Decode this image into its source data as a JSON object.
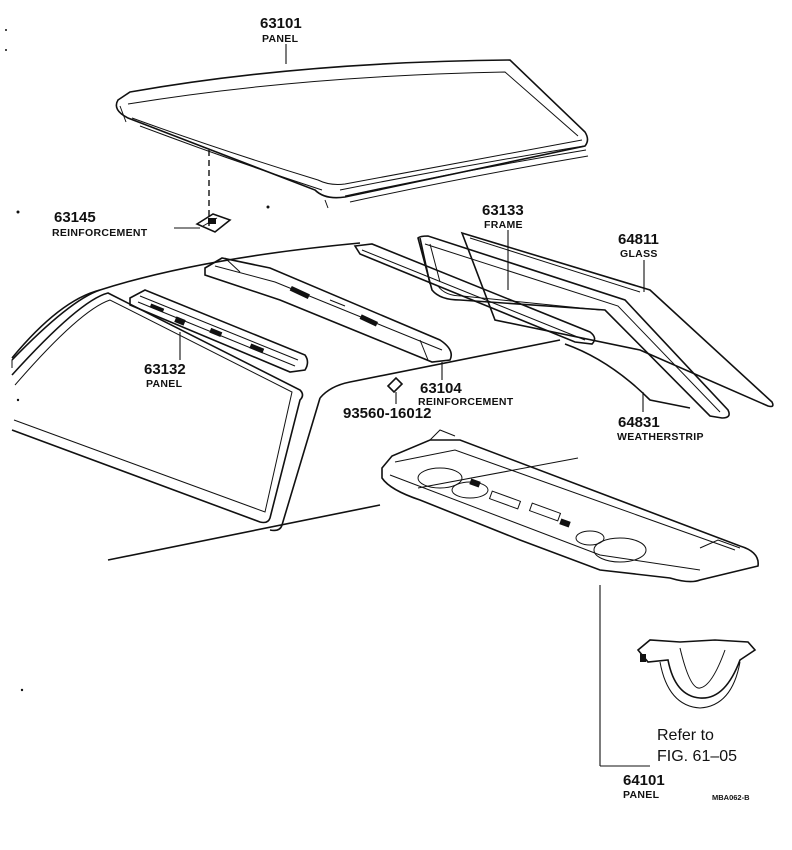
{
  "parts": {
    "p63101": {
      "number": "63101",
      "name": "PANEL"
    },
    "p63145": {
      "number": "63145",
      "name": "REINFORCEMENT"
    },
    "p63133": {
      "number": "63133",
      "name": "FRAME"
    },
    "p64811": {
      "number": "64811",
      "name": "GLASS"
    },
    "p63132": {
      "number": "63132",
      "name": "PANEL"
    },
    "p63104": {
      "number": "63104",
      "name": "REINFORCEMENT"
    },
    "p93560": {
      "number": "93560-16012",
      "name": ""
    },
    "p64831": {
      "number": "64831",
      "name": "WEATHERSTRIP"
    },
    "p64101": {
      "number": "64101",
      "name": "PANEL"
    }
  },
  "reference": {
    "line1": "Refer to",
    "line2": "FIG. 61–05"
  },
  "figure_code": "MBA062-B"
}
